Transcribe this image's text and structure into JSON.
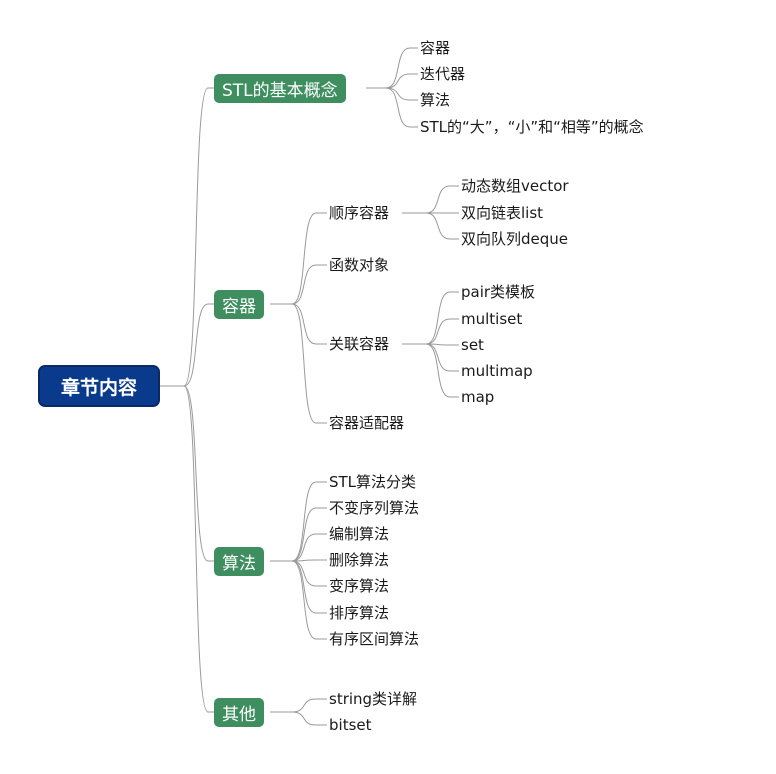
{
  "root": "章节内容",
  "branches": [
    {
      "label": "STL的基本概念",
      "children": [
        {
          "label": "容器"
        },
        {
          "label": "迭代器"
        },
        {
          "label": "算法"
        },
        {
          "label": "STL的“大”，“小”和“相等”的概念"
        }
      ]
    },
    {
      "label": "容器",
      "children": [
        {
          "label": "顺序容器",
          "children": [
            {
              "label": "动态数组vector"
            },
            {
              "label": "双向链表list"
            },
            {
              "label": "双向队列deque"
            }
          ]
        },
        {
          "label": "函数对象"
        },
        {
          "label": "关联容器",
          "children": [
            {
              "label": "pair类模板"
            },
            {
              "label": "multiset"
            },
            {
              "label": "set"
            },
            {
              "label": "multimap"
            },
            {
              "label": "map"
            }
          ]
        },
        {
          "label": "容器适配器"
        }
      ]
    },
    {
      "label": "算法",
      "children": [
        {
          "label": "STL算法分类"
        },
        {
          "label": "不变序列算法"
        },
        {
          "label": "编制算法"
        },
        {
          "label": "删除算法"
        },
        {
          "label": "变序算法"
        },
        {
          "label": "排序算法"
        },
        {
          "label": "有序区间算法"
        }
      ]
    },
    {
      "label": "其他",
      "children": [
        {
          "label": "string类详解"
        },
        {
          "label": "bitset"
        }
      ]
    }
  ],
  "colors": {
    "root_fill": "#0a3a8c",
    "branch_fill": "#3e8e60",
    "line": "#9a9a9a"
  }
}
